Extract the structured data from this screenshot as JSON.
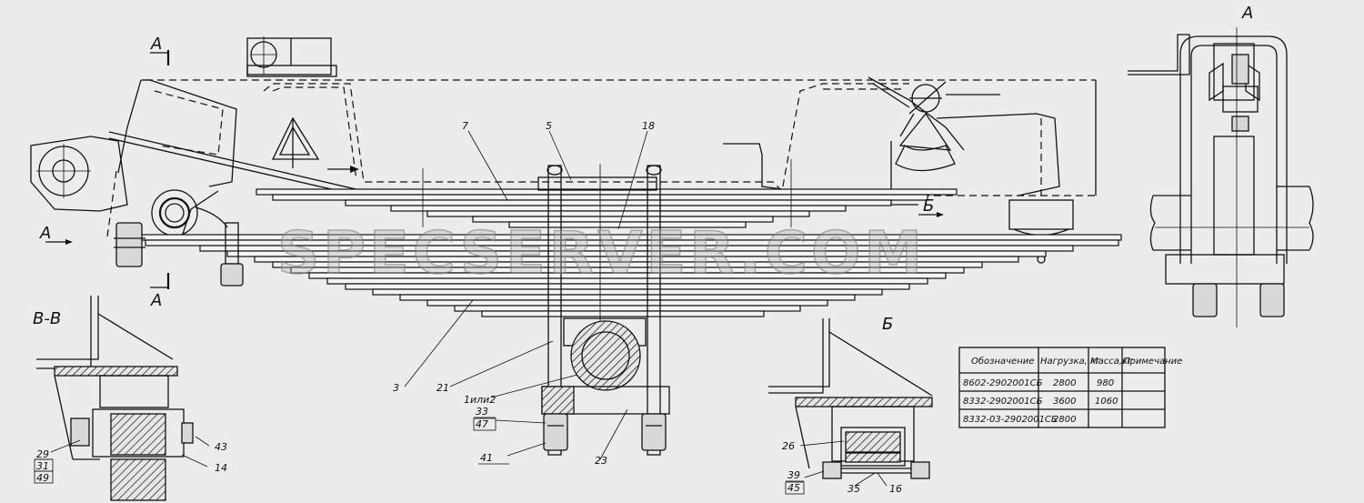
{
  "views": {
    "view_a_title": "А",
    "view_vv_title": "В-В",
    "view_b_title": "Б",
    "section_a_top": "А",
    "section_a_left": "А",
    "section_a_bottom": "А",
    "section_b_marker": "Б"
  },
  "callouts": {
    "c7": "7",
    "c5": "5",
    "c18": "18",
    "c3": "3",
    "c21": "21",
    "c1or2": "1или2",
    "c33": "33",
    "c47": "47",
    "c41": "41",
    "c23": "23",
    "c29": "29",
    "c31": "31",
    "c49": "49",
    "c43": "43",
    "c14": "14",
    "c26": "26",
    "c39": "39",
    "c45": "45",
    "c35": "35",
    "c16": "16"
  },
  "table": {
    "headers": [
      "Обозначение",
      "Нагрузка, кг",
      "Масса,кг",
      "Примечание"
    ],
    "rows": [
      [
        "8602-2902001СБ",
        "2800",
        "980",
        ""
      ],
      [
        "8332-2902001СБ",
        "3600",
        "1060",
        ""
      ],
      [
        "8332-03-2902001СБ",
        "2800",
        "",
        ""
      ]
    ]
  },
  "watermark": "SPECSERVER.COM"
}
